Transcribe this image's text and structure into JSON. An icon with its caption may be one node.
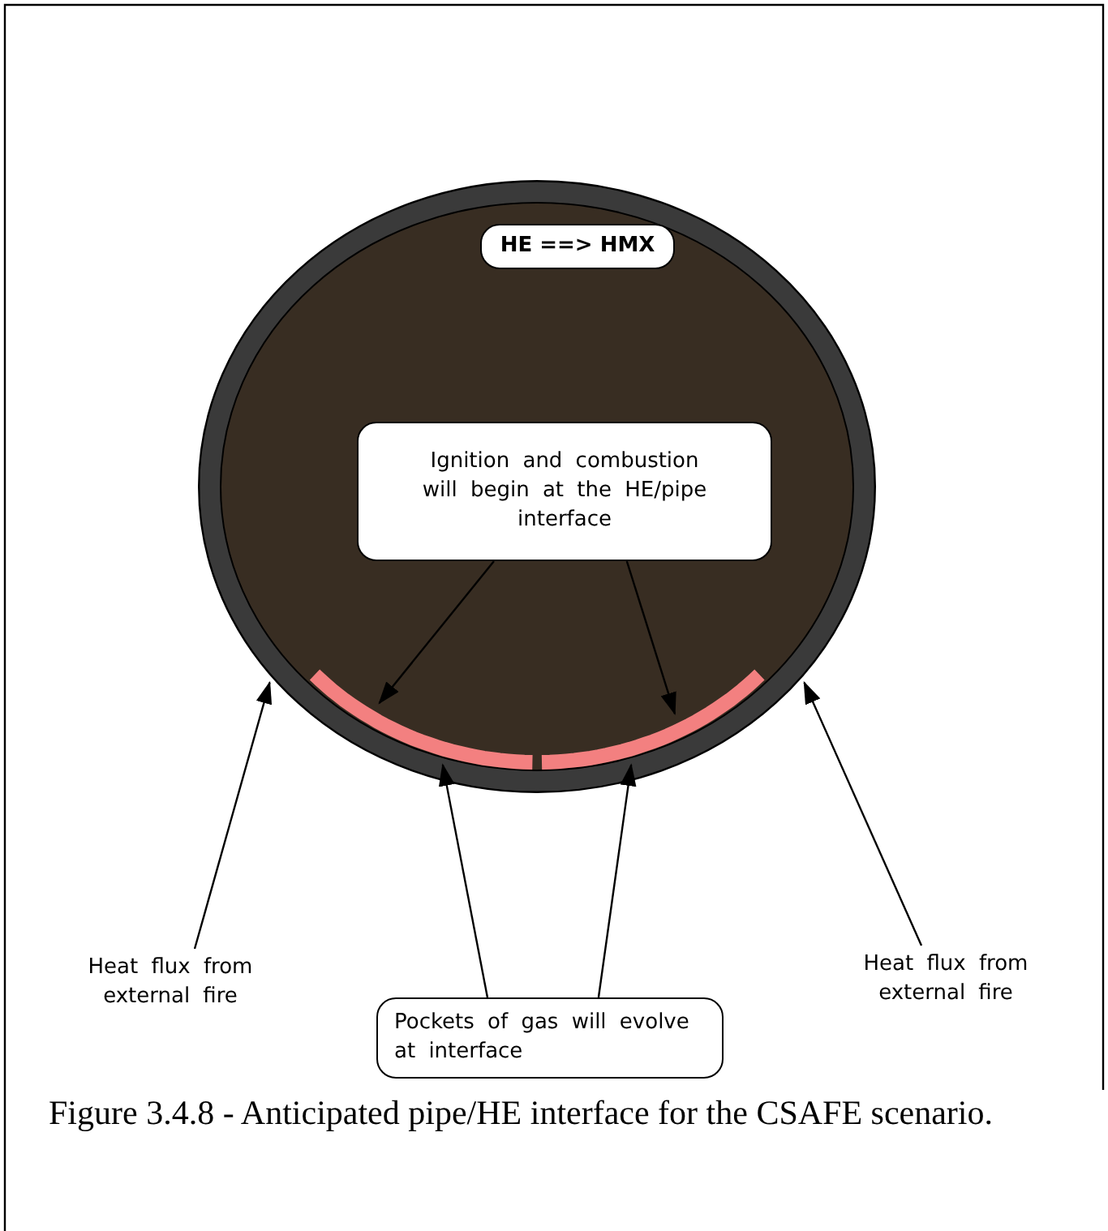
{
  "diagram": {
    "caption": "Figure 3.4.8 - Anticipated pipe/HE interface for the CSAFE scenario.",
    "nodes": [
      {
        "text": [],
        "shape": "circle"
      },
      {
        "text": [
          "HE ==> HMX"
        ],
        "in": 0
      },
      {
        "text": [
          "Ignition and combustion will begin at the HE/pipe interface"
        ],
        "in": 0
      },
      {
        "text": [],
        "shape": "bar",
        "in": 0
      },
      {
        "text": [],
        "shape": "bar",
        "in": 0
      },
      {
        "text": [
          "Heat flux from external fire"
        ]
      },
      {
        "text": [
          "Pockets of gas will evolve at interface"
        ]
      },
      {
        "text": [
          "Heat flux from external fire"
        ]
      }
    ],
    "edges": [
      {
        "from": 2,
        "to": 3,
        "arrow": "to"
      },
      {
        "from": 2,
        "to": 4,
        "arrow": "to"
      },
      {
        "from": 5,
        "to": 0,
        "arrow": "to"
      },
      {
        "from": 6,
        "to": 3,
        "arrow": "to"
      },
      {
        "from": 6,
        "to": 4,
        "arrow": "to"
      },
      {
        "from": 7,
        "to": 0,
        "arrow": "to"
      }
    ]
  }
}
